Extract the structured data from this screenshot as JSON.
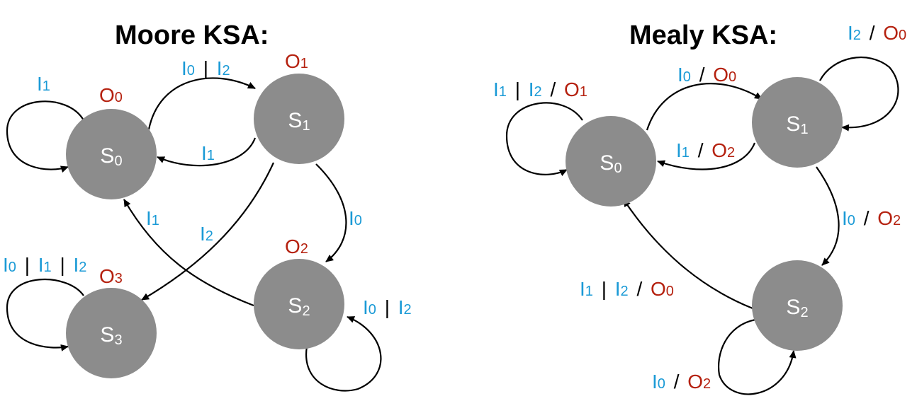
{
  "colors": {
    "input": "#1a9ad6",
    "output": "#b5210f",
    "state_fill": "#8c8c8c",
    "state_text": "#ffffff",
    "edge": "#000000",
    "sep": "#000000"
  },
  "moore": {
    "title": "Moore KSA:",
    "states": [
      {
        "id": "S0",
        "letter": "S",
        "sub": "0",
        "output": {
          "letter": "O",
          "sub": "0"
        }
      },
      {
        "id": "S1",
        "letter": "S",
        "sub": "1",
        "output": {
          "letter": "O",
          "sub": "1"
        }
      },
      {
        "id": "S2",
        "letter": "S",
        "sub": "2",
        "output": {
          "letter": "O",
          "sub": "2"
        }
      },
      {
        "id": "S3",
        "letter": "S",
        "sub": "3",
        "output": {
          "letter": "O",
          "sub": "3"
        }
      }
    ],
    "edges": [
      {
        "from": "S0",
        "to": "S0",
        "inputs": [
          "1"
        ],
        "output": null
      },
      {
        "from": "S0",
        "to": "S1",
        "inputs": [
          "0",
          "2"
        ],
        "output": null
      },
      {
        "from": "S1",
        "to": "S0",
        "inputs": [
          "1"
        ],
        "output": null
      },
      {
        "from": "S1",
        "to": "S2",
        "inputs": [
          "0"
        ],
        "output": null
      },
      {
        "from": "S1",
        "to": "S3",
        "inputs": [
          "2"
        ],
        "output": null
      },
      {
        "from": "S2",
        "to": "S0",
        "inputs": [
          "1"
        ],
        "output": null
      },
      {
        "from": "S2",
        "to": "S2",
        "inputs": [
          "0",
          "2"
        ],
        "output": null
      },
      {
        "from": "S3",
        "to": "S3",
        "inputs": [
          "0",
          "1",
          "2"
        ],
        "output": null
      }
    ]
  },
  "mealy": {
    "title": "Mealy KSA:",
    "states": [
      {
        "id": "S0",
        "letter": "S",
        "sub": "0"
      },
      {
        "id": "S1",
        "letter": "S",
        "sub": "1"
      },
      {
        "id": "S2",
        "letter": "S",
        "sub": "2"
      }
    ],
    "edges": [
      {
        "from": "S0",
        "to": "S0",
        "inputs": [
          "1",
          "2"
        ],
        "output": "1"
      },
      {
        "from": "S0",
        "to": "S1",
        "inputs": [
          "0"
        ],
        "output": "0"
      },
      {
        "from": "S1",
        "to": "S0",
        "inputs": [
          "1"
        ],
        "output": "2"
      },
      {
        "from": "S1",
        "to": "S1",
        "inputs": [
          "2"
        ],
        "output": "0"
      },
      {
        "from": "S1",
        "to": "S2",
        "inputs": [
          "0"
        ],
        "output": "2"
      },
      {
        "from": "S2",
        "to": "S0",
        "inputs": [
          "1",
          "2"
        ],
        "output": "0"
      },
      {
        "from": "S2",
        "to": "S2",
        "inputs": [
          "0"
        ],
        "output": "2"
      }
    ]
  },
  "symbols": {
    "input_letter": "I",
    "output_letter": "O",
    "or": "|",
    "slash": "/"
  }
}
